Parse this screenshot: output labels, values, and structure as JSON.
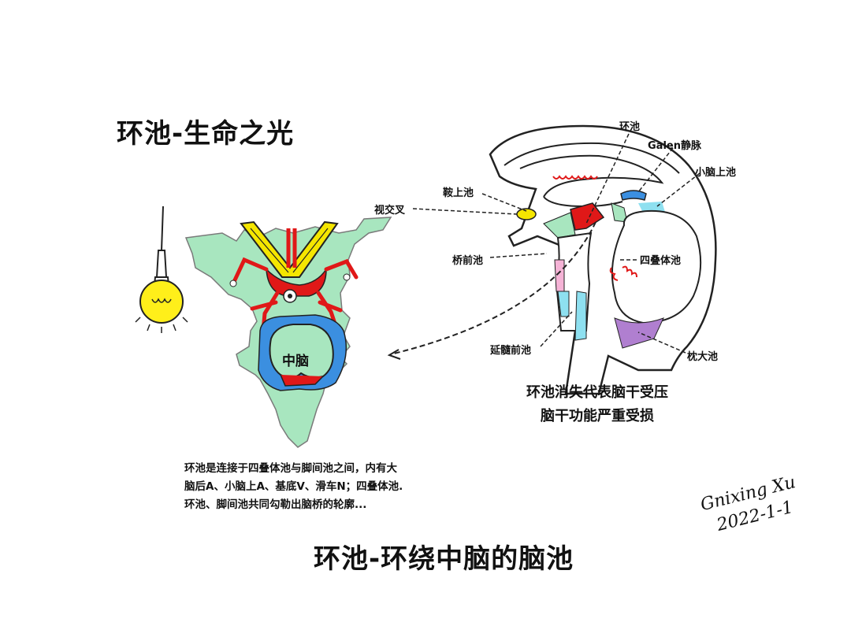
{
  "titles": {
    "top": "环池-生命之光",
    "bottom": "环池-环绕中脑的脑池"
  },
  "midbrain_label": "中脑",
  "sagittal_labels": {
    "ambient_cistern": "环池",
    "galen_vein": "Galen静脉",
    "superior_cerebellar_cistern": "小脑上池",
    "suprasellar_cistern": "鞍上池",
    "optic_chiasm": "视交叉",
    "prepontine_cistern": "桥前池",
    "quadrigeminal_cistern": "四叠体池",
    "premedullary_cistern": "延髓前池",
    "cisterna_magna": "枕大池"
  },
  "caption": {
    "line1": "环池消失代表脑干受压",
    "line2": "脑干功能严重受损"
  },
  "description": {
    "line1": "环池是连接于四叠体池与脚间池之间，内有大",
    "line2": "脑后A、小脑上A、基底V、滑车N；四叠体池.",
    "line3": "环池、脚间池共同勾勒出脑桥的轮廓..."
  },
  "signature": {
    "name": "Gnixing Xu",
    "date": "2022-1-1"
  },
  "colors": {
    "cistern_green": "#a8e6bf",
    "artery_red": "#e01818",
    "optic_yellow": "#f5e600",
    "cistern_blue": "#3b8fe0",
    "bulb_yellow": "#ffef1a",
    "cisterna_magna_purple": "#b07fd0",
    "pink": "#f5b3d6",
    "cyan": "#8ee0f0"
  },
  "icons": [
    "light-bulb-icon",
    "dashed-arrow-icon"
  ]
}
